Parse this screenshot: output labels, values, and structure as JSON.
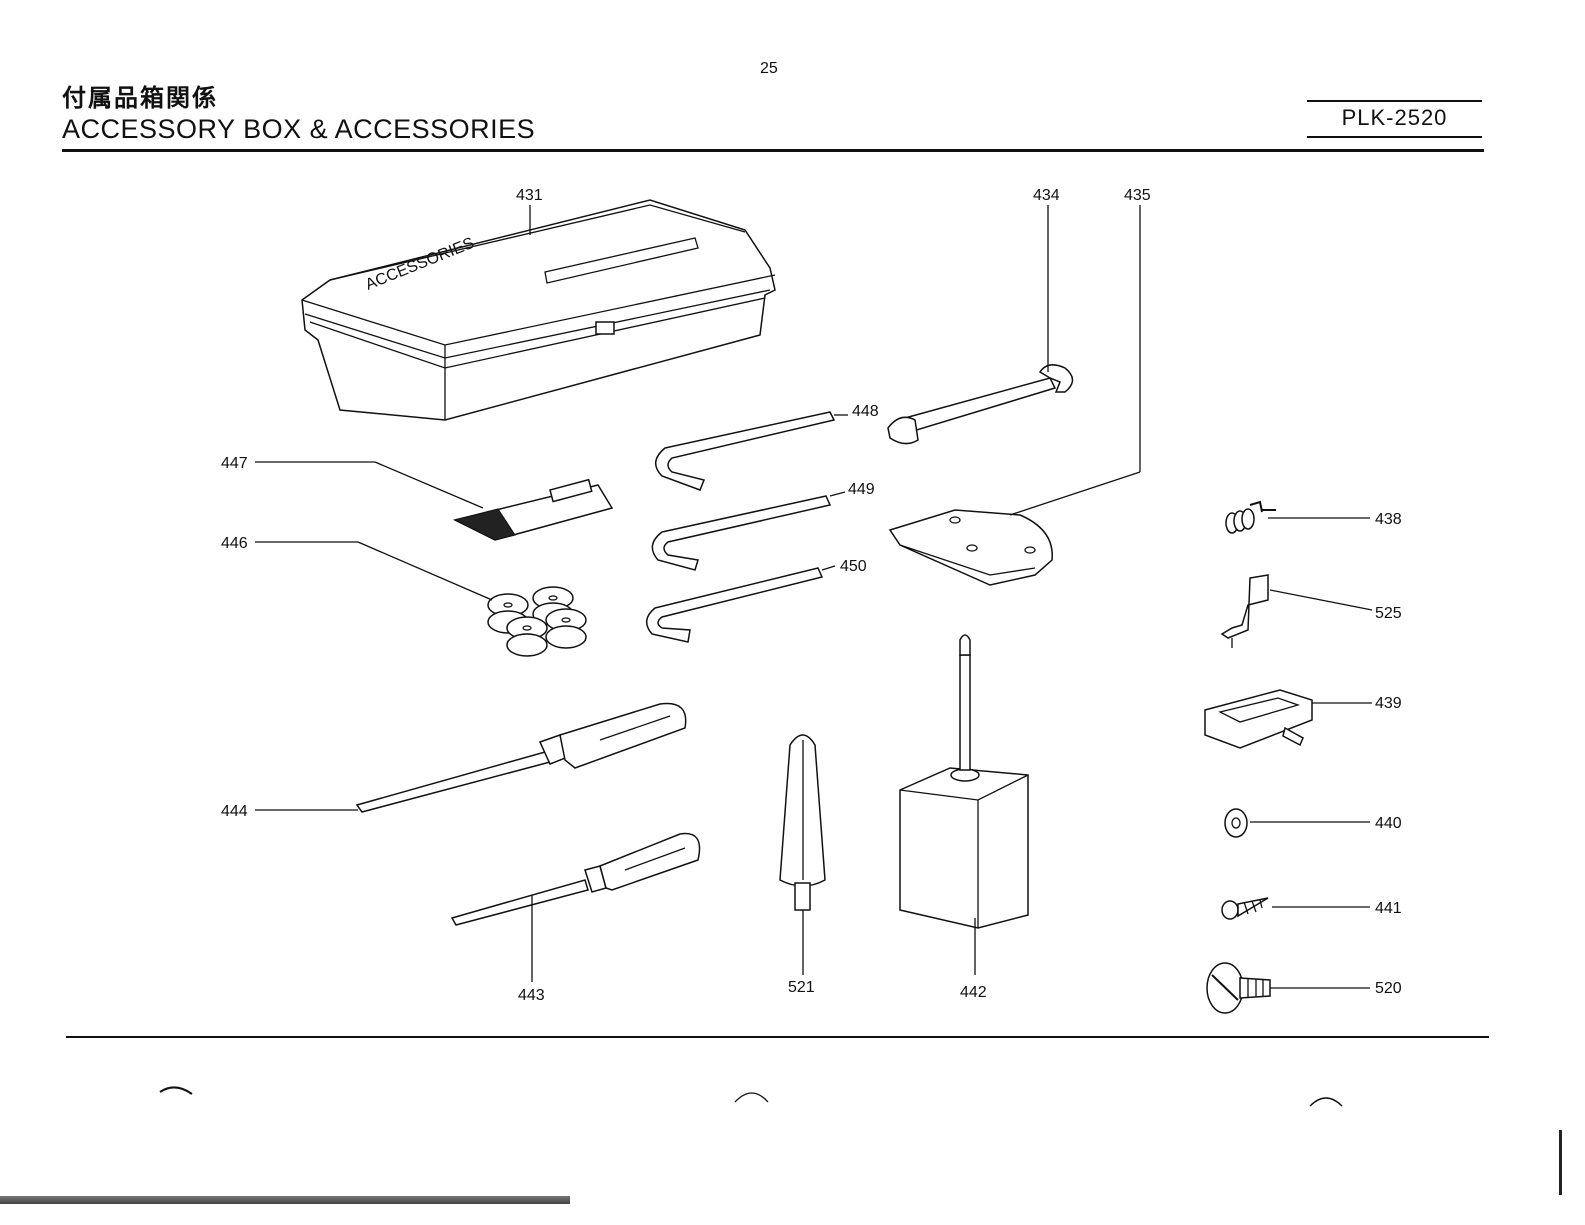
{
  "page_number": "25",
  "title_jp": "付属品箱関係",
  "title_en": "ACCESSORY BOX & ACCESSORIES",
  "model": "PLK-2520",
  "box_lettering": "ACCESSORIES",
  "parts": [
    {
      "number": "431",
      "icon": "accessory-box"
    },
    {
      "number": "434",
      "icon": "spanner"
    },
    {
      "number": "435",
      "icon": "cover-plate"
    },
    {
      "number": "447",
      "icon": "needle-pack"
    },
    {
      "number": "446",
      "icon": "bobbins"
    },
    {
      "number": "448",
      "icon": "hex-key"
    },
    {
      "number": "449",
      "icon": "hex-key"
    },
    {
      "number": "450",
      "icon": "hex-key"
    },
    {
      "number": "438",
      "icon": "spring"
    },
    {
      "number": "525",
      "icon": "presser-foot"
    },
    {
      "number": "439",
      "icon": "wrench-key"
    },
    {
      "number": "444",
      "icon": "screwdriver-large"
    },
    {
      "number": "440",
      "icon": "washer"
    },
    {
      "number": "441",
      "icon": "wood-screw"
    },
    {
      "number": "443",
      "icon": "screwdriver-small"
    },
    {
      "number": "521",
      "icon": "spool-cone"
    },
    {
      "number": "442",
      "icon": "oiler"
    },
    {
      "number": "520",
      "icon": "thumb-screw"
    }
  ]
}
